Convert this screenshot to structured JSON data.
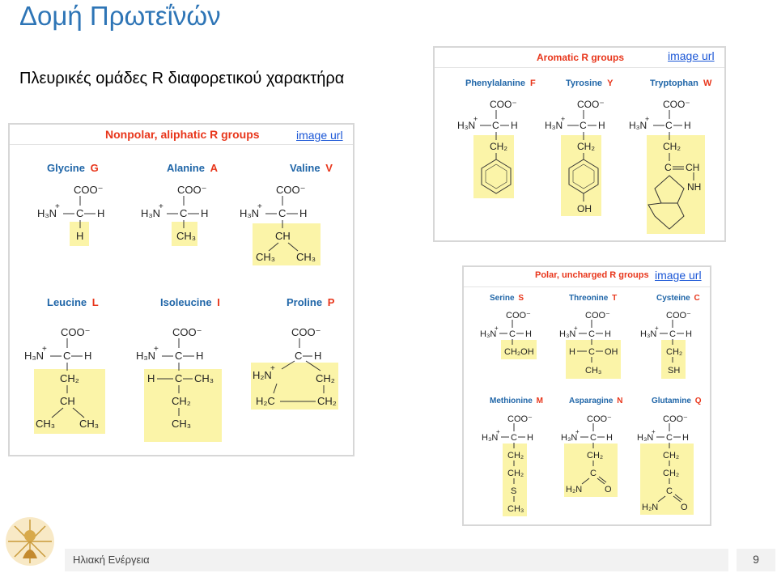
{
  "slide": {
    "title": "Δομή Πρωτεΐνών",
    "subtitle": "Πλευρικές ομάδες R διαφορετικού χαρακτήρα"
  },
  "panels": {
    "nonpolar": {
      "heading": "Nonpolar, aliphatic R groups",
      "image_link": "image url",
      "amino_acids": [
        {
          "name": "Glycine",
          "code": "G"
        },
        {
          "name": "Alanine",
          "code": "A"
        },
        {
          "name": "Valine",
          "code": "V"
        },
        {
          "name": "Leucine",
          "code": "L"
        },
        {
          "name": "Isoleucine",
          "code": "I"
        },
        {
          "name": "Proline",
          "code": "P"
        }
      ]
    },
    "aromatic": {
      "heading": "Aromatic R groups",
      "image_link": "image url",
      "amino_acids": [
        {
          "name": "Phenylalanine",
          "code": "F"
        },
        {
          "name": "Tyrosine",
          "code": "Y"
        },
        {
          "name": "Tryptophan",
          "code": "W"
        }
      ]
    },
    "polar": {
      "heading": "Polar, uncharged R groups",
      "image_link": "image url",
      "amino_acids": [
        {
          "name": "Serine",
          "code": "S"
        },
        {
          "name": "Threonine",
          "code": "T"
        },
        {
          "name": "Cysteine",
          "code": "C"
        },
        {
          "name": "Methionine",
          "code": "M"
        },
        {
          "name": "Asparagine",
          "code": "N"
        },
        {
          "name": "Glutamine",
          "code": "Q"
        }
      ]
    }
  },
  "footer": {
    "text": "Ηλιακή Ενέργεια",
    "page_number": "9"
  },
  "colors": {
    "title": "#2e75b6",
    "panel_heading": "#e8361b",
    "amino_acid_name": "#2066a8",
    "side_chain_highlight": "#fbf4a8",
    "link": "#1a56d6"
  }
}
